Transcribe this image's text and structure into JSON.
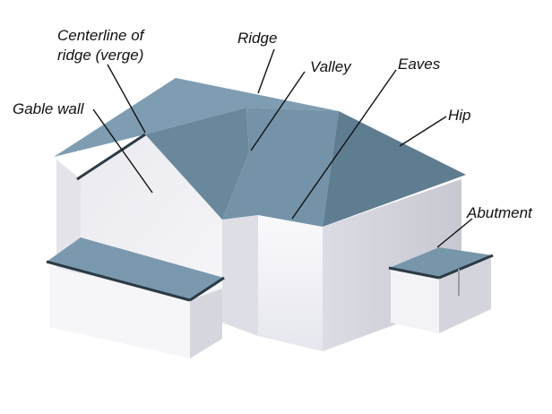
{
  "labels": {
    "centerline_line1": "Centerline of",
    "centerline_line2": "ridge (verge)",
    "ridge": "Ridge",
    "valley": "Valley",
    "eaves": "Eaves",
    "gable_wall": "Gable wall",
    "hip": "Hip",
    "abutment": "Abutment"
  },
  "colors": {
    "roof_light": "#7c9aaf",
    "roof_mid": "#6f8ea3",
    "roof_dark": "#5d7a8e",
    "wall_light": "#f2f2f6",
    "wall_mid": "#e3e3ea",
    "wall_shade": "#d0d0d8",
    "edge": "#2b3a44"
  }
}
